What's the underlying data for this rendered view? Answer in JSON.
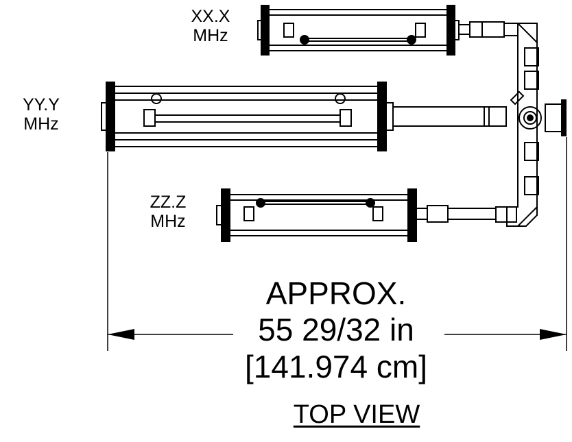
{
  "labels": {
    "top_filter": [
      "XX.X",
      "MHz"
    ],
    "middle_filter": [
      "YY.Y",
      "MHz"
    ],
    "bottom_filter": [
      "ZZ.Z",
      "MHz"
    ]
  },
  "dimension": {
    "line1": "APPROX.",
    "line2": "55 29/32 in",
    "line3": "[141.974 cm]"
  },
  "view_title": "TOP VIEW",
  "colors": {
    "ink": "#000000",
    "paper": "#ffffff"
  }
}
